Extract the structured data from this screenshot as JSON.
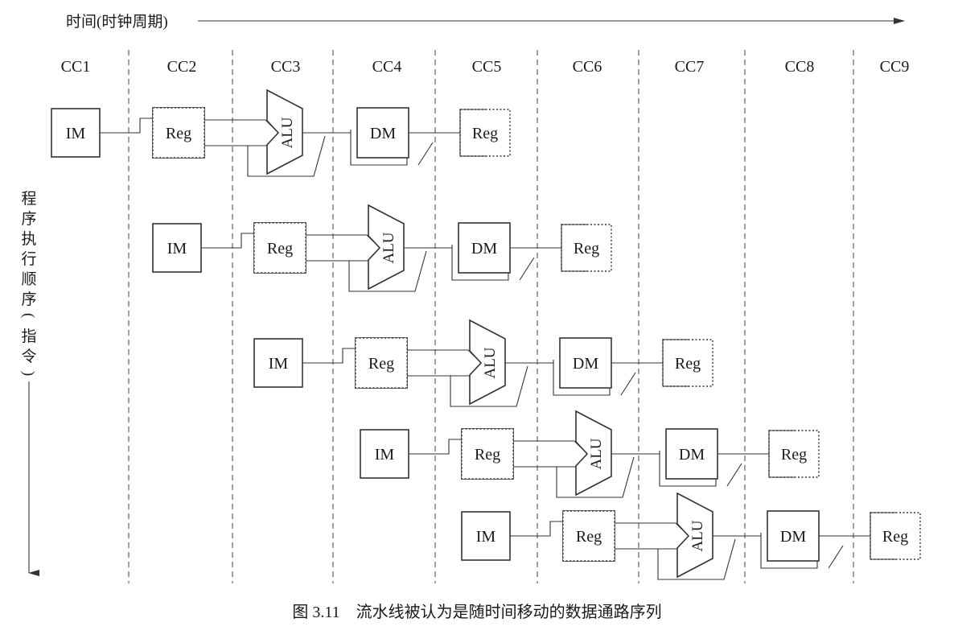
{
  "time_axis_label": "时间(时钟周期)",
  "cycles": [
    "CC1",
    "CC2",
    "CC3",
    "CC4",
    "CC5",
    "CC6",
    "CC7",
    "CC8",
    "CC9"
  ],
  "order_axis_label": [
    "程",
    "序",
    "执",
    "行",
    "顺",
    "序",
    "(",
    "指",
    "令",
    ")"
  ],
  "stages": [
    "IM",
    "Reg",
    "ALU",
    "DM",
    "Reg"
  ],
  "instruction_count": 5,
  "caption": "图 3.11　流水线被认为是随时间移动的数据通路序列",
  "colors": {
    "ink": "#333333",
    "background": "#ffffff"
  }
}
